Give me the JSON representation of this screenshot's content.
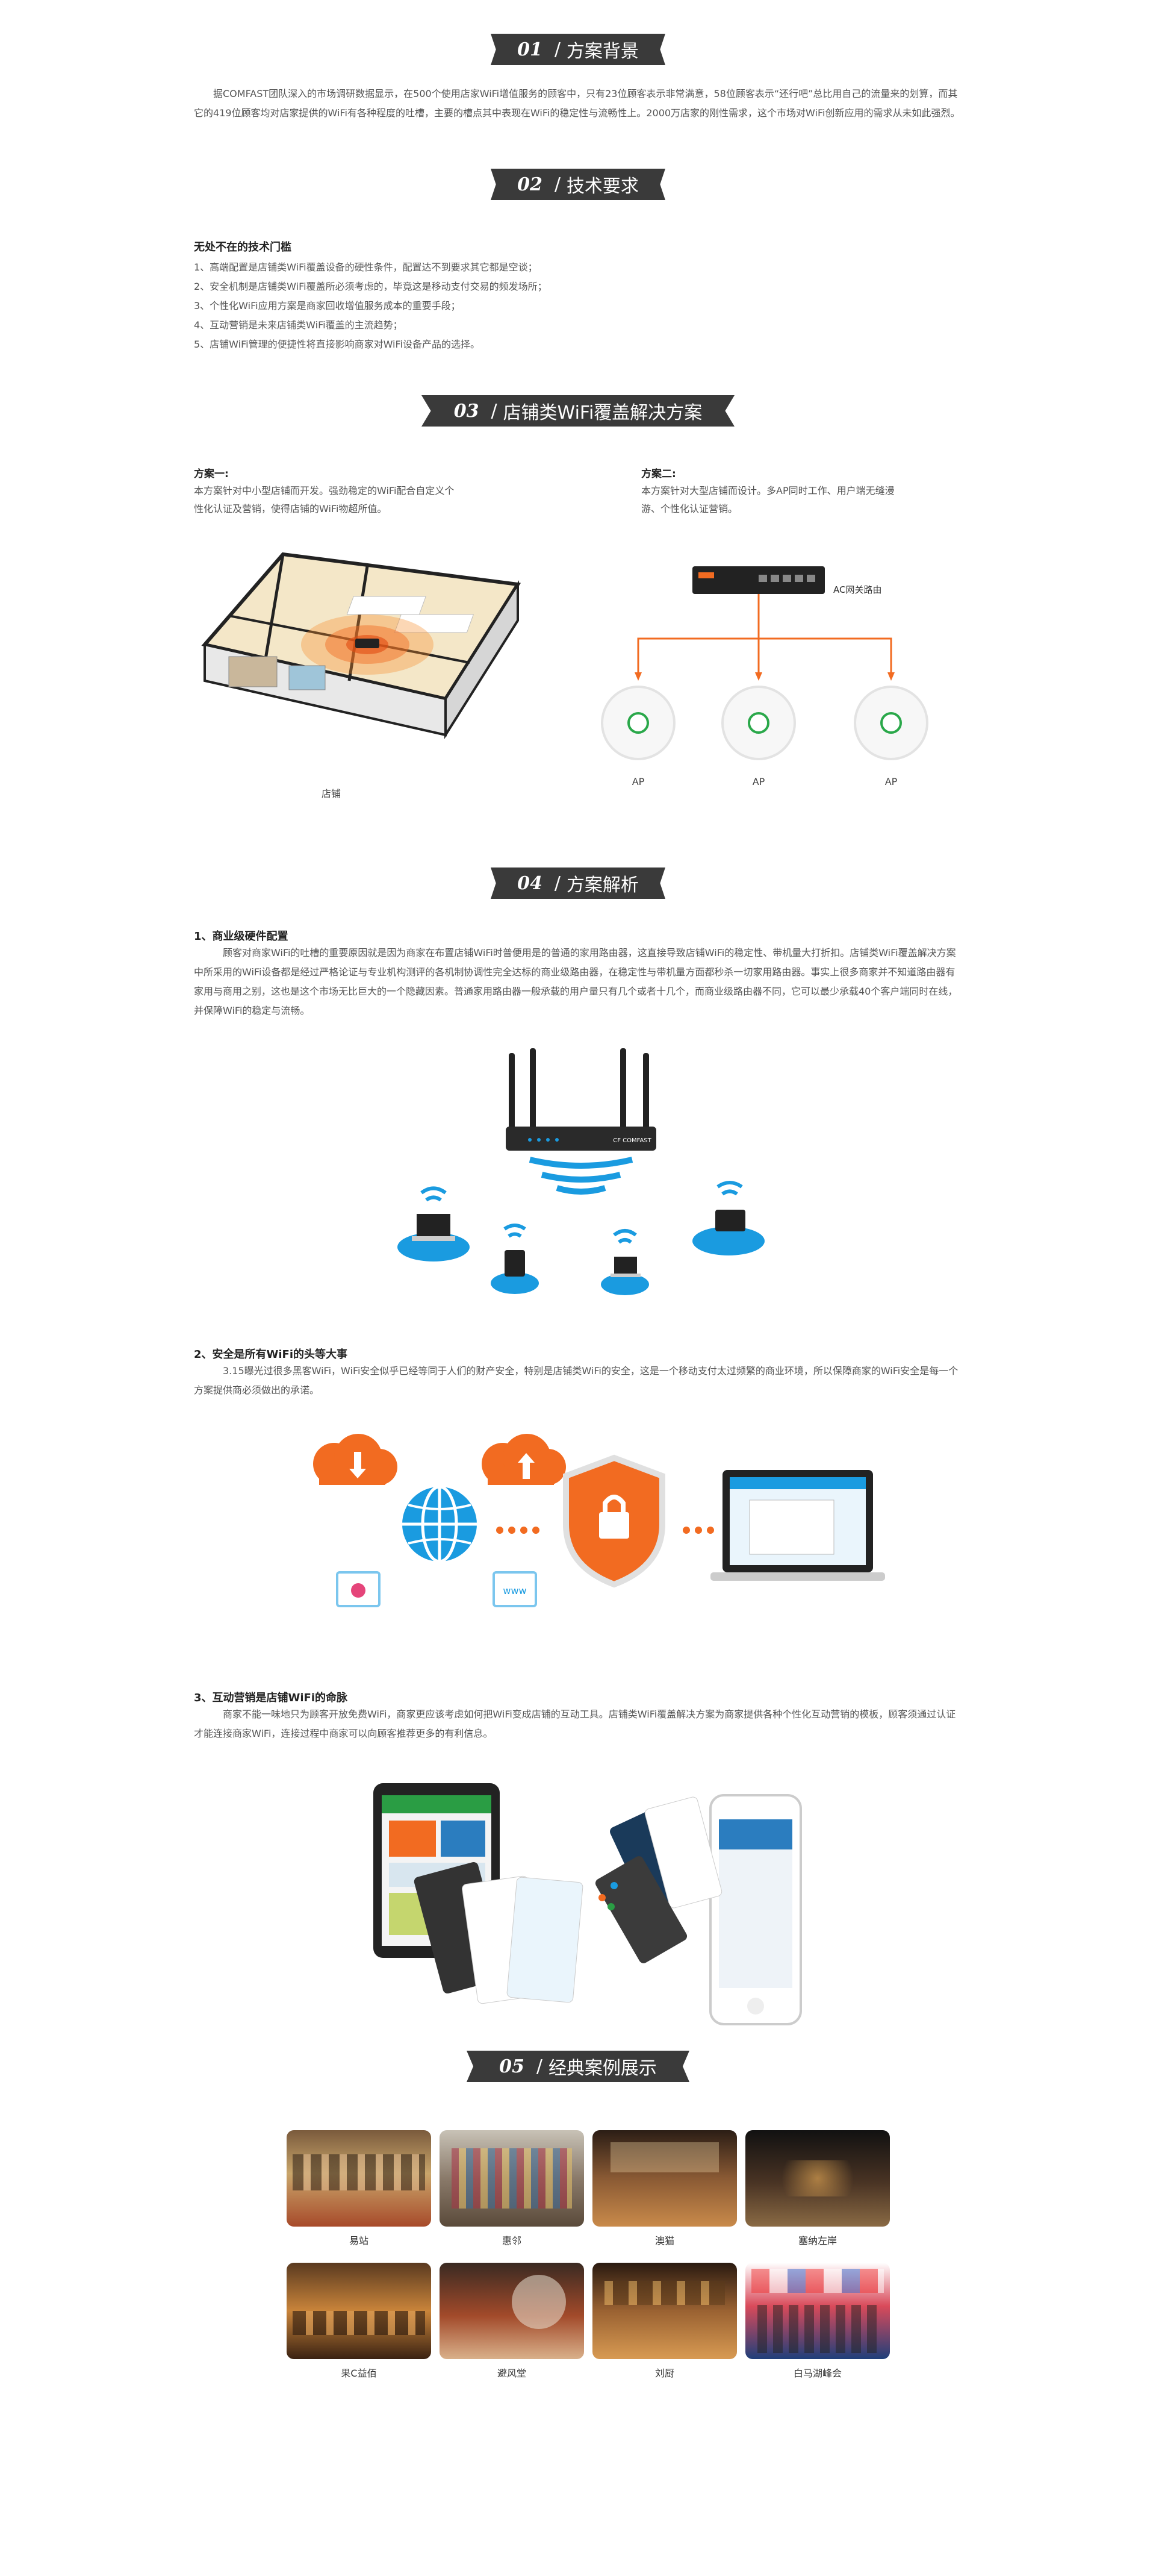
{
  "sections": {
    "s1": {
      "num": "01",
      "title": "方案背景"
    },
    "s2": {
      "num": "02",
      "title": "技术要求"
    },
    "s3": {
      "num": "03",
      "title": "店铺类WiFi覆盖解决方案"
    },
    "s4": {
      "num": "04",
      "title": "方案解析"
    },
    "s5": {
      "num": "05",
      "title": "经典案例展示"
    }
  },
  "background_text": "据COMFAST团队深入的市场调研数据显示，在500个使用店家WiFi增值服务的顾客中，只有23位顾客表示非常满意，58位顾客表示“还行吧”总比用自己的流量来的划算，而其它的419位顾客均对店家提供的WiFi有各种程度的吐槽，主要的槽点其中表现在WiFi的稳定性与流畅性上。2000万店家的刚性需求，这个市场对WiFi创新应用的需求从未如此强烈。",
  "tech": {
    "heading": "无处不在的技术门槛",
    "items": [
      "1、高端配置是店铺类WiFi覆盖设备的硬性条件，配置达不到要求其它都是空谈；",
      "2、安全机制是店铺类WiFi覆盖所必须考虑的，毕竟这是移动支付交易的频发场所；",
      "3、个性化WiFi应用方案是商家回收增值服务成本的重要手段；",
      "4、互动营销是未来店铺类WiFi覆盖的主流趋势；",
      "5、店铺WiFi管理的便捷性将直接影响商家对WiFi设备产品的选择。"
    ]
  },
  "plans": {
    "p1_title": "方案一:",
    "p1_text": "本方案针对中小型店铺而开发。强劲稳定的WiFi配合自定义个性化认证及营销，使得店铺的WiFi物超所值。",
    "p1_caption": "店铺",
    "p2_title": "方案二:",
    "p2_text": "本方案针对大型店铺而设计。多AP同时工作、用户端无缝漫游、个性化认证营销。",
    "p2_router_label": "AC网关路由",
    "ap_label": "AP"
  },
  "analysis": {
    "h1": "1、商业级硬件配置",
    "t1": "顾客对商家WiFi的吐槽的重要原因就是因为商家在布置店铺WiFi时普便用是的普通的家用路由器，这直接导致店铺WiFi的稳定性、带机量大打折扣。店铺类WiFi覆盖解决方案中所采用的WiFi设备都是经过严格论证与专业机构测评的各机制协调性完全达标的商业级路由器，在稳定性与带机量方面都秒杀一切家用路由器。事实上很多商家并不知道路由器有家用与商用之别，这也是这个市场无比巨大的一个隐藏因素。普通家用路由器一般承载的用户量只有几个或者十几个，而商业级路由器不同，它可以最少承载40个客户端同时在线，并保障WiFi的稳定与流畅。",
    "router_brand": "CF COMFAST",
    "h2": "2、安全是所有WiFi的头等大事",
    "t2": "3.15曝光过很多黑客WiFi，WiFi安全似乎已经等同于人们的财产安全，特别是店铺类WiFi的安全，这是一个移动支付太过频繁的商业环境，所以保障商家的WiFi安全是每一个方案提供商必须做出的承诺。",
    "www_label": "www",
    "h3": "3、互动营销是店铺WiFi的命脉",
    "t3": "商家不能一味地只为顾客开放免费WiFi，商家更应该考虑如何把WiFi变成店铺的互动工具。店铺类WiFi覆盖解决方案为商家提供各种个性化互动营销的模板，顾客须通过认证才能连接商家WiFi，连接过程中商家可以向顾客推荐更多的有利信息。"
  },
  "cases": [
    {
      "label": "易站"
    },
    {
      "label": "惠邻"
    },
    {
      "label": "澳猫"
    },
    {
      "label": "塞纳左岸"
    },
    {
      "label": "果C益佰"
    },
    {
      "label": "避风堂"
    },
    {
      "label": "刘厨"
    },
    {
      "label": "白马湖峰会"
    }
  ],
  "colors": {
    "banner": "#3a3a3a",
    "accent_orange": "#f26b21",
    "accent_blue": "#1a9be0",
    "router_dark": "#222222"
  }
}
